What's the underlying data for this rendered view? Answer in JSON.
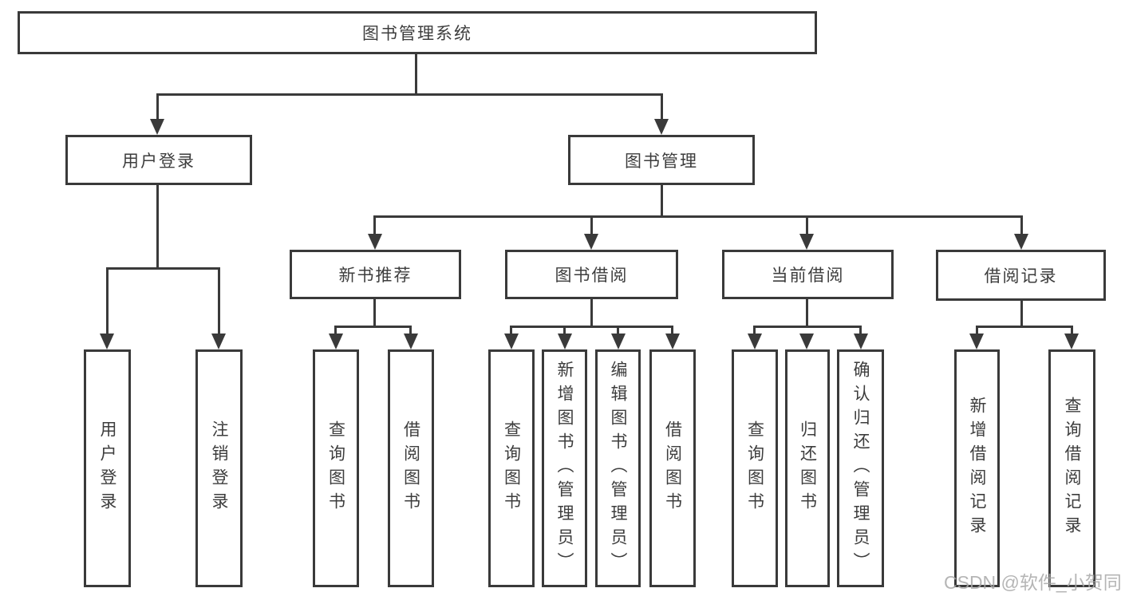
{
  "title": "图书管理系统",
  "colors": {
    "line": "#3a3a3a",
    "text": "#3d3d3d",
    "background": "#ffffff",
    "watermark": "#a9a9a9"
  },
  "nodes": {
    "root": {
      "label": "图书管理系统"
    },
    "user_login": {
      "label": "用户登录"
    },
    "book_mgmt": {
      "label": "图书管理"
    },
    "new_books": {
      "label": "新书推荐"
    },
    "book_borrow": {
      "label": "图书借阅"
    },
    "current_borrow": {
      "label": "当前借阅"
    },
    "borrow_records": {
      "label": "借阅记录"
    }
  },
  "leaves": {
    "user_login_login": {
      "label": "用户登录"
    },
    "user_login_logout": {
      "label": "注销登录"
    },
    "new_books_query": {
      "label": "查询图书"
    },
    "new_books_borrow": {
      "label": "借阅图书"
    },
    "book_borrow_query": {
      "label": "查询图书"
    },
    "book_borrow_add": {
      "label": "新增图书（管理员）"
    },
    "book_borrow_edit": {
      "label": "编辑图书（管理员）"
    },
    "book_borrow_borrow": {
      "label": "借阅图书"
    },
    "current_borrow_query": {
      "label": "查询图书"
    },
    "current_borrow_return": {
      "label": "归还图书"
    },
    "current_borrow_confirm": {
      "label": "确认归还（管理员）"
    },
    "borrow_records_add": {
      "label": "新增借阅记录"
    },
    "borrow_records_query": {
      "label": "查询借阅记录"
    }
  },
  "watermark": {
    "text": "CSDN @软件_小贺同学"
  }
}
